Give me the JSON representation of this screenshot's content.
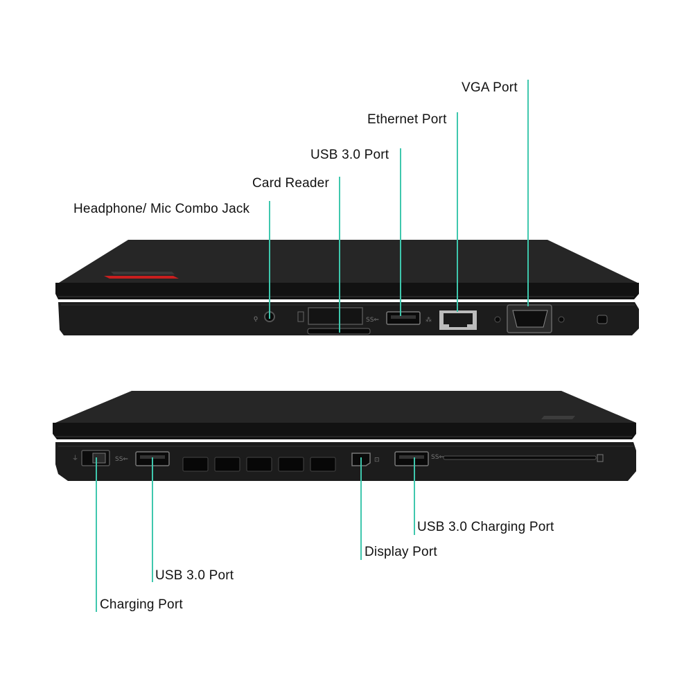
{
  "top_view": {
    "labels": {
      "vga": "VGA Port",
      "ethernet": "Ethernet Port",
      "usb": "USB 3.0 Port",
      "card_reader": "Card Reader",
      "headphone": "Headphone/ Mic Combo Jack"
    }
  },
  "bottom_view": {
    "labels": {
      "usb_charging": "USB 3.0 Charging Port",
      "display_port": "Display Port",
      "usb": "USB 3.0 Port",
      "charging": "Charging Port"
    }
  },
  "colors": {
    "leader_line": "#3fc7ad",
    "laptop_body": "#1b1b1b",
    "laptop_edge": "#2b2b2b",
    "logo_red": "#c81e1e"
  }
}
